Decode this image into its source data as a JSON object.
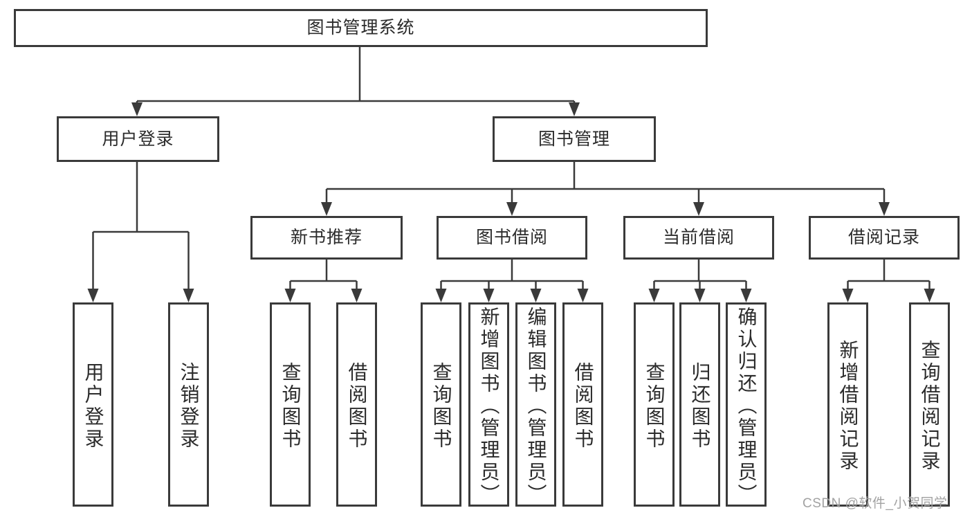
{
  "diagram": {
    "root": "图书管理系统",
    "level2": [
      {
        "label": "用户登录",
        "children": [
          "用户登录",
          "注销登录"
        ]
      },
      {
        "label": "图书管理"
      }
    ],
    "level3": [
      {
        "label": "新书推荐",
        "children": [
          "查询图书",
          "借阅图书"
        ]
      },
      {
        "label": "图书借阅",
        "children": [
          "查询图书",
          "新增图书（管理员）",
          "编辑图书（管理员）",
          "借阅图书"
        ]
      },
      {
        "label": "当前借阅",
        "children": [
          "查询图书",
          "归还图书",
          "确认归还（管理员）"
        ]
      },
      {
        "label": "借阅记录",
        "children": [
          "新增借阅记录",
          "查询借阅记录"
        ]
      }
    ],
    "watermark": "CSDN @软件_小贺同学",
    "colors": {
      "line": "#3a3a3a",
      "text": "#2b2b2b",
      "watermark": "#a2a2a2",
      "background": "#ffffff"
    }
  }
}
